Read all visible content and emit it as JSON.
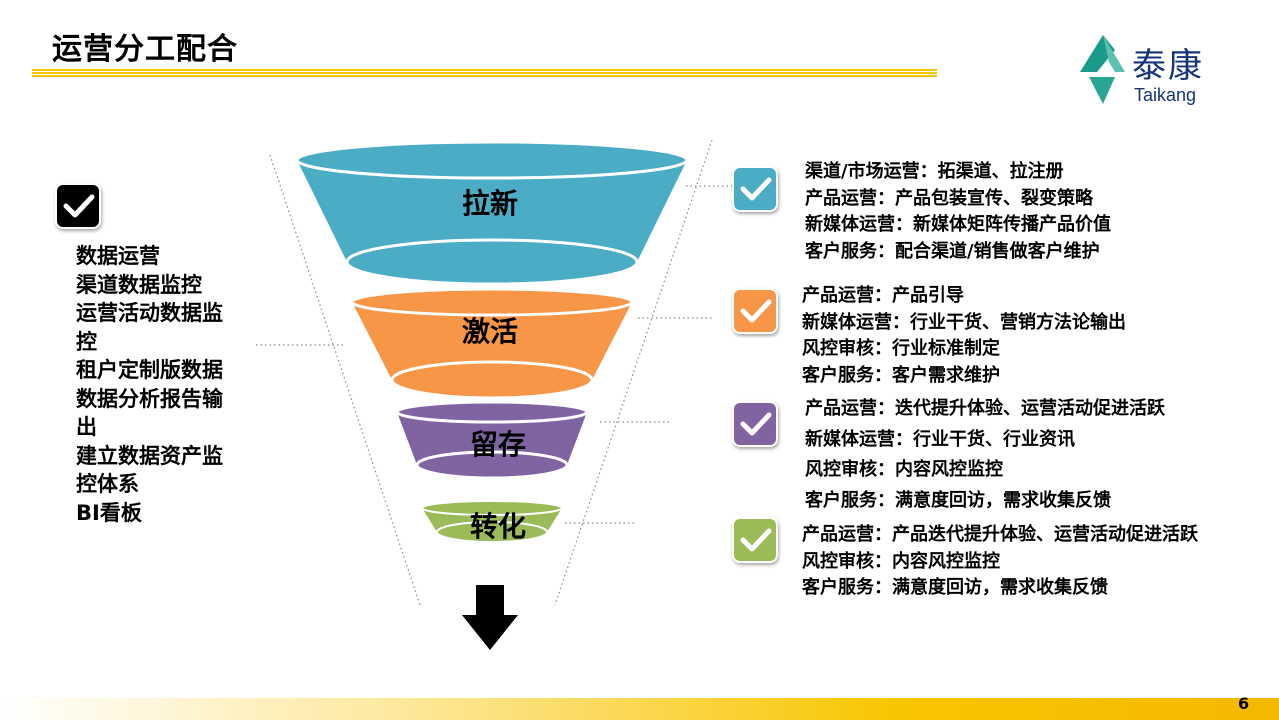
{
  "title": "运营分工配合",
  "logo": {
    "cn": "泰康",
    "en": "Taikang"
  },
  "left_panel": {
    "icon": "checkbox-icon",
    "items": [
      "数据运营",
      "渠道数据监控",
      "运营活动数据监控",
      "租户定制版数据数据分析报告输出",
      "建立数据资产监控体系",
      "BI看板"
    ]
  },
  "funnel": [
    {
      "label": "拉新",
      "color": "#4BACC6"
    },
    {
      "label": "激活",
      "color": "#F79646"
    },
    {
      "label": "留存",
      "color": "#8064A2"
    },
    {
      "label": "转化",
      "color": "#9BBB59"
    }
  ],
  "groups": [
    {
      "color": "#4BACC6",
      "lines": [
        "渠道/市场运营：拓渠道、拉注册",
        "产品运营：产品包装宣传、裂变策略",
        "新媒体运营：新媒体矩阵传播产品价值",
        "客户服务：配合渠道/销售做客户维护"
      ]
    },
    {
      "color": "#F79646",
      "lines": [
        "产品运营：产品引导",
        "新媒体运营：行业干货、营销方法论输出",
        "风控审核：行业标准制定",
        "客户服务：客户需求维护"
      ]
    },
    {
      "color": "#8064A2",
      "lines": [
        "产品运营：迭代提升体验、运营活动促进活跃",
        "新媒体运营：行业干货、行业资讯",
        "风控审核：内容风控监控",
        "客户服务：满意度回访，需求收集反馈"
      ]
    },
    {
      "color": "#9BBB59",
      "lines": [
        "产品运营：产品迭代提升体验、运营活动促进活跃",
        "风控审核：内容风控监控",
        "客户服务：满意度回访，需求收集反馈"
      ]
    }
  ],
  "page_number": "6"
}
